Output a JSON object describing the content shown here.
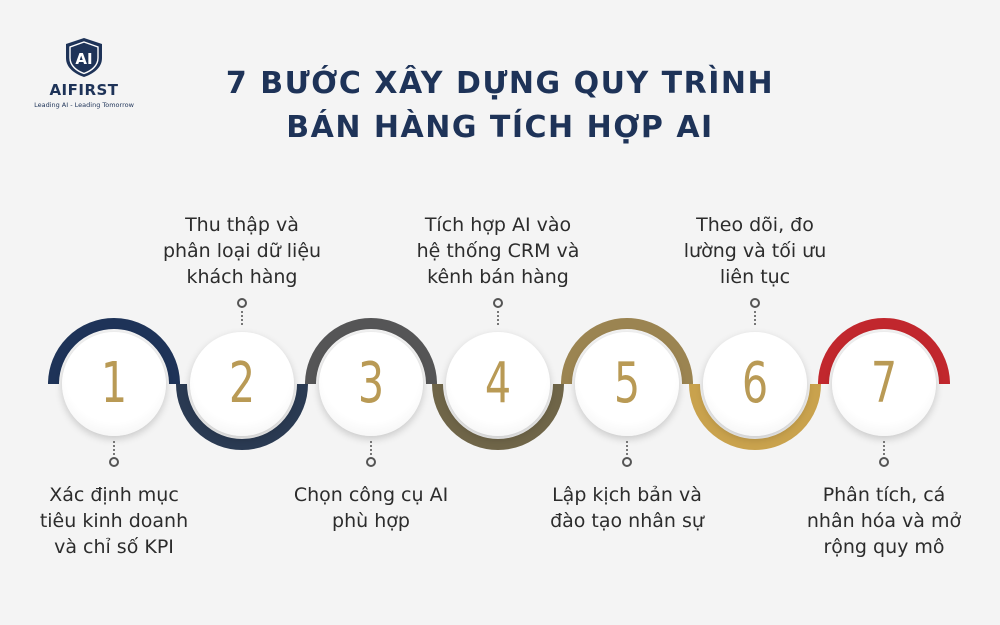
{
  "brand": {
    "name": "AIFIRST",
    "tagline": "Leading AI - Leading Tomorrow",
    "emblem": "AI",
    "color": "#1e3358"
  },
  "title": {
    "line1": "7 BƯỚC XÂY DỰNG QUY TRÌNH",
    "line2": "BÁN HÀNG TÍCH HỢP AI"
  },
  "steps": [
    {
      "number": "1",
      "lines": [
        "Xác định mục",
        "tiêu kinh doanh",
        "và chỉ số KPI"
      ],
      "color": "#1e3358"
    },
    {
      "number": "2",
      "lines": [
        "Thu thập và",
        "phân loại dữ liệu",
        "khách hàng"
      ],
      "color": "#2a3a52"
    },
    {
      "number": "3",
      "lines": [
        "Chọn công cụ AI",
        "phù hợp"
      ],
      "color": "#555556"
    },
    {
      "number": "4",
      "lines": [
        "Tích hợp AI vào",
        "hệ thống CRM và",
        "kênh bán hàng"
      ],
      "color": "#6f6548"
    },
    {
      "number": "5",
      "lines": [
        "Lập kịch bản và",
        "đào tạo nhân sự"
      ],
      "color": "#9b8451"
    },
    {
      "number": "6",
      "lines": [
        "Theo dõi, đo",
        "lường và tối ưu",
        "liên tục"
      ],
      "color": "#c9a24d"
    },
    {
      "number": "7",
      "lines": [
        "Phân tích, cá",
        "nhân hóa và mở",
        "rộng quy mô"
      ],
      "color": "#c1272d"
    }
  ]
}
